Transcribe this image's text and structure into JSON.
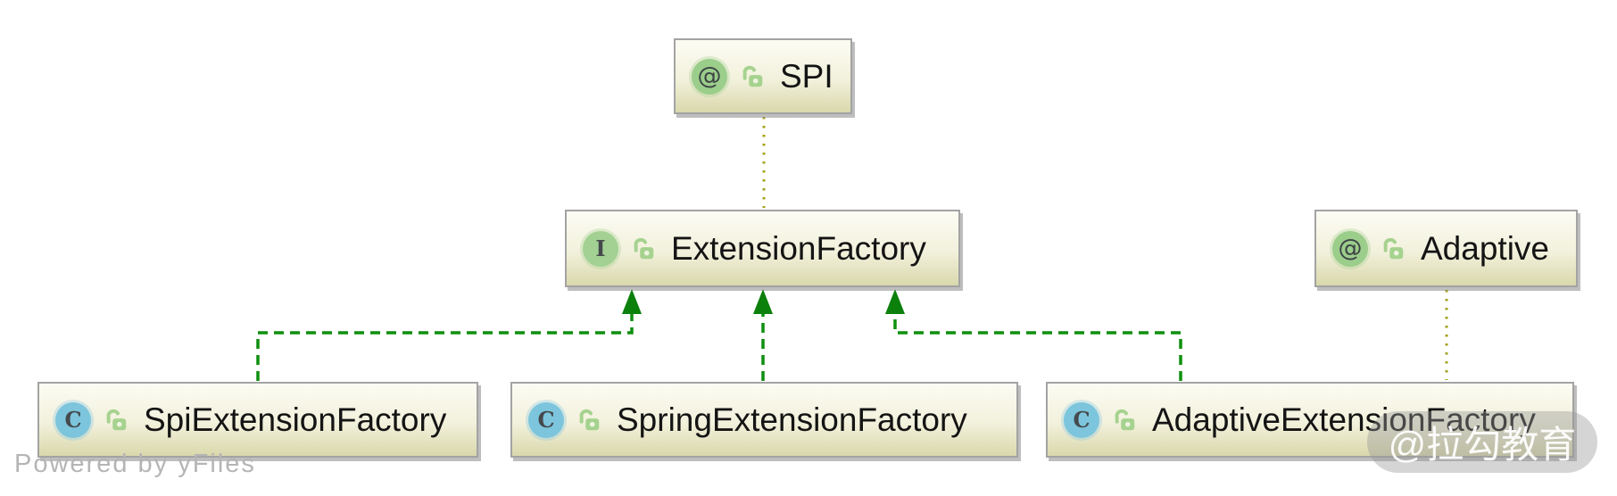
{
  "diagram": {
    "nodes": [
      {
        "id": "spi",
        "label": "SPI",
        "kind": "annotation",
        "badge": "@",
        "visibility": "public"
      },
      {
        "id": "extension-factory",
        "label": "ExtensionFactory",
        "kind": "interface",
        "badge": "I",
        "visibility": "public"
      },
      {
        "id": "adaptive",
        "label": "Adaptive",
        "kind": "annotation",
        "badge": "@",
        "visibility": "public"
      },
      {
        "id": "spi-extension-factory",
        "label": "SpiExtensionFactory",
        "kind": "class",
        "badge": "C",
        "visibility": "public"
      },
      {
        "id": "spring-extension-factory",
        "label": "SpringExtensionFactory",
        "kind": "class",
        "badge": "C",
        "visibility": "public"
      },
      {
        "id": "adaptive-extension-factory",
        "label": "AdaptiveExtensionFactory",
        "kind": "class",
        "badge": "C",
        "visibility": "public"
      }
    ],
    "edges": [
      {
        "from": "SpiExtensionFactory",
        "to": "ExtensionFactory",
        "type": "implements",
        "style": "green-dashed-arrow"
      },
      {
        "from": "SpringExtensionFactory",
        "to": "ExtensionFactory",
        "type": "implements",
        "style": "green-dashed-arrow"
      },
      {
        "from": "AdaptiveExtensionFactory",
        "to": "ExtensionFactory",
        "type": "implements",
        "style": "green-dashed-arrow"
      },
      {
        "from": "SPI",
        "to": "ExtensionFactory",
        "type": "annotated-by",
        "style": "olive-dotted"
      },
      {
        "from": "Adaptive",
        "to": "AdaptiveExtensionFactory",
        "type": "annotated-by",
        "style": "olive-dotted"
      }
    ],
    "colors": {
      "node_fill_top": "#fcfcf4",
      "node_fill_bottom": "#d9d8ac",
      "node_border": "#a3a3a3",
      "annotation_badge": "#9bcd8b",
      "interface_badge": "#a2d193",
      "class_badge": "#7cc5dd",
      "lock_green": "#a6d28f",
      "edge_green": "#0f8f0f",
      "edge_olive": "#a3a318",
      "label_text": "#141414"
    }
  },
  "watermarks": {
    "powered_by": "Powered by yFiles",
    "lagou": "@拉勾教育"
  }
}
